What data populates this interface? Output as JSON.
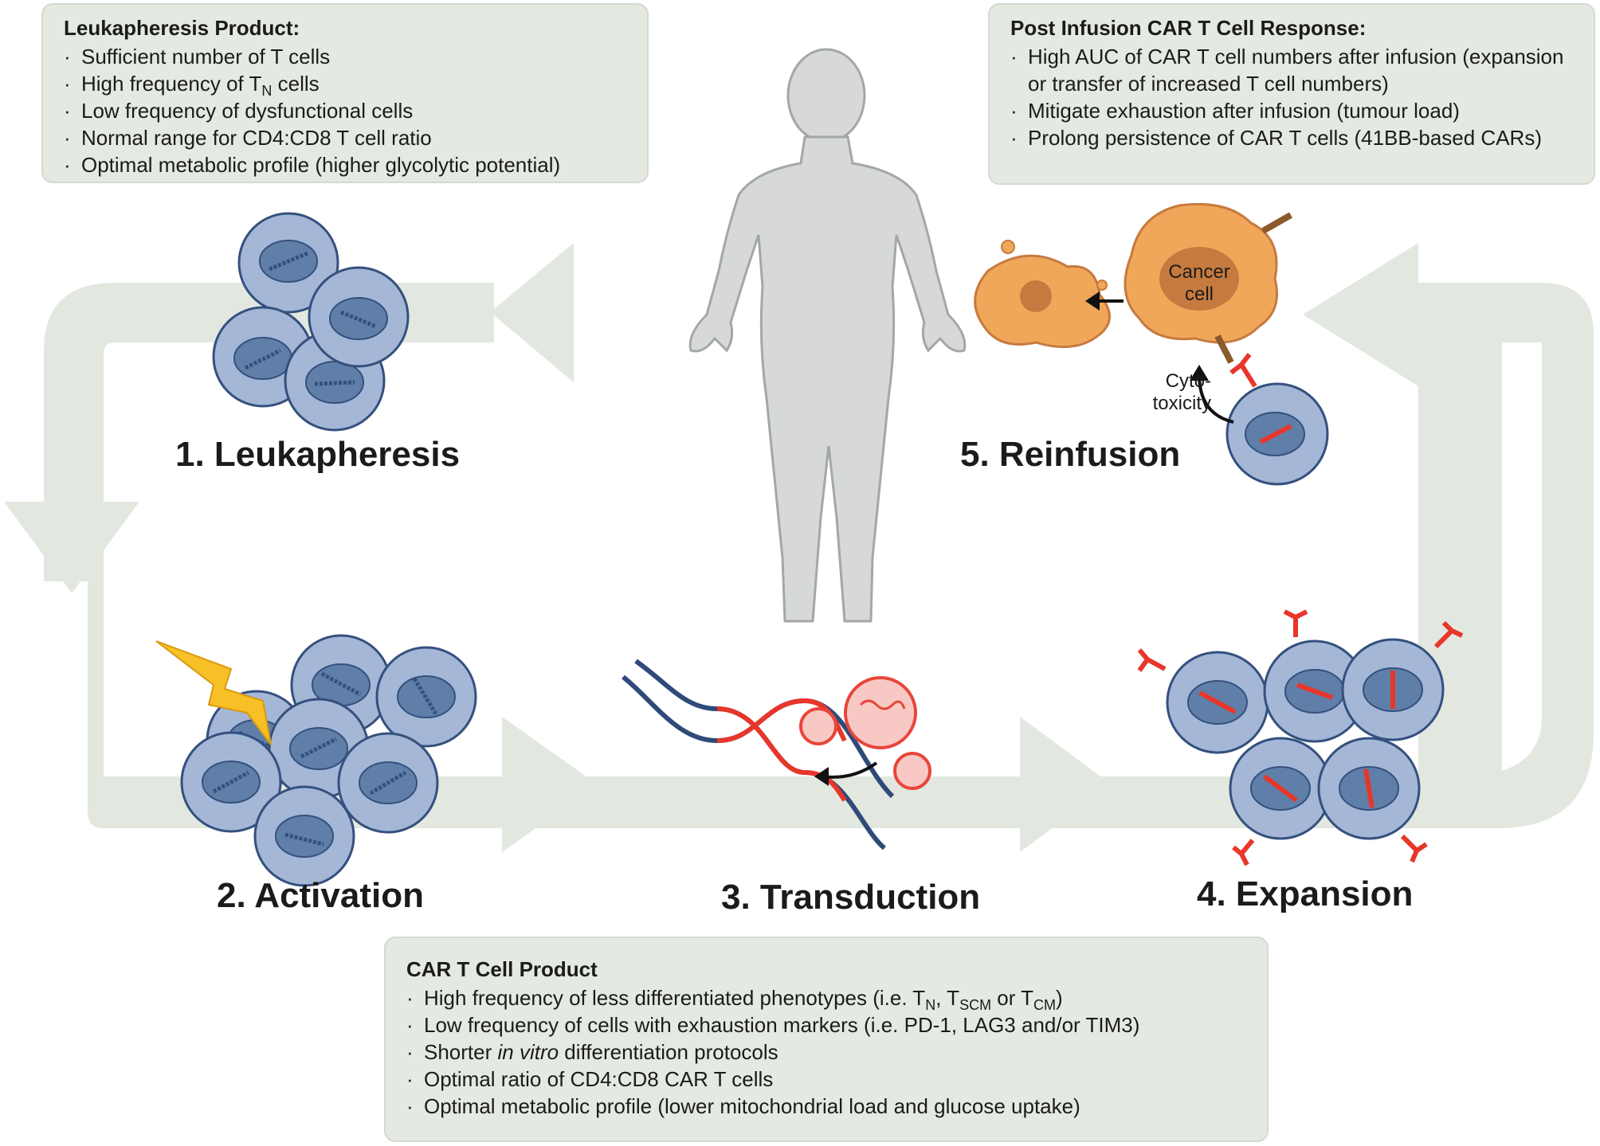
{
  "boxes": {
    "leukapheresis_product": {
      "title": "Leukapheresis Product:",
      "items": [
        {
          "pre": "Sufficient number of T cells"
        },
        {
          "pre": "High frequency of T",
          "sub": "N",
          "post": " cells"
        },
        {
          "pre": "Low frequency of dysfunctional cells"
        },
        {
          "pre": "Normal range for CD4:CD8 T cell ratio"
        },
        {
          "pre": "Optimal metabolic profile (higher glycolytic potential)"
        }
      ]
    },
    "post_infusion": {
      "title": "Post Infusion CAR T Cell Response:",
      "items": [
        {
          "pre": "High AUC of CAR T cell numbers after infusion (expansion or transfer of increased T cell numbers)"
        },
        {
          "pre": "Mitigate exhaustion after infusion (tumour load)"
        },
        {
          "pre": "Prolong persistence of CAR T cells (41BB-based CARs)"
        }
      ]
    },
    "car_t_product": {
      "title": "CAR T Cell Product",
      "items": [
        {
          "pre": "High frequency of less differentiated phenotypes (i.e. T",
          "sub": "N",
          "mid": ", T",
          "sub2": "SCM",
          "mid2": " or T",
          "sub3": "CM",
          "post": ")"
        },
        {
          "pre": "Low frequency of cells with exhaustion markers (i.e. PD-1, LAG3 and/or TIM3)"
        },
        {
          "pre": "Shorter ",
          "italic": "in vitro",
          "post": " differentiation protocols"
        },
        {
          "pre": "Optimal ratio of CD4:CD8 CAR T cells"
        },
        {
          "pre": "Optimal metabolic profile (lower mitochondrial load and glucose uptake)"
        }
      ]
    }
  },
  "bullet": "·",
  "steps": {
    "s1": "1. Leukapheresis",
    "s2": "2. Activation",
    "s3": "3. Transduction",
    "s4": "4. Expansion",
    "s5": "5. Reinfusion"
  },
  "labels": {
    "cancer_cell_line1": "Cancer",
    "cancer_cell_line2": "cell",
    "cytotoxicity_line1": "Cyto-",
    "cytotoxicity_line2": "toxicity"
  },
  "colors": {
    "loop_arrow": "#e2e8df",
    "cell_fill": "#a4b7d6",
    "cell_stroke": "#34507e",
    "nucleus_fill": "#5f7fa8",
    "car_red": "#e8362b",
    "virus_red": "#e8463a",
    "dna_blue": "#2f4a78",
    "lightning": "#f7c027",
    "cancer_fill": "#f0a75a",
    "cancer_nucleus": "#c77a3f",
    "human_fill": "#d6d9d6",
    "human_stroke": "#a4a8a4"
  }
}
